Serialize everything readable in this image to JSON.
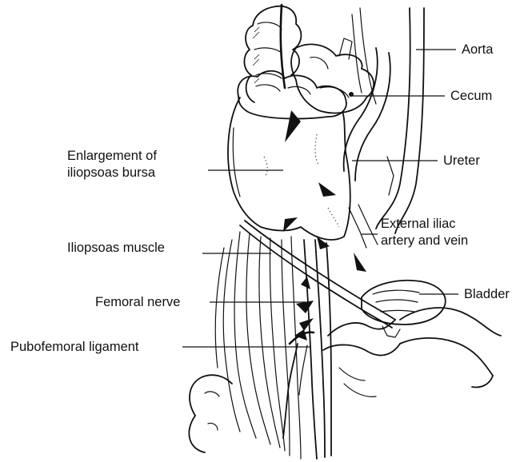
{
  "figure": {
    "labels": {
      "aorta": "Aorta",
      "cecum": "Cecum",
      "enlargement_line1": "Enlargement of",
      "enlargement_line2": "iliopsoas bursa",
      "ureter": "Ureter",
      "external_iliac_line1": "External iliac",
      "external_iliac_line2": "artery and vein",
      "iliopsoas_muscle": "Iliopsoas muscle",
      "bladder": "Bladder",
      "femoral_nerve": "Femoral nerve",
      "pubofemoral_ligament": "Pubofemoral ligament"
    }
  }
}
